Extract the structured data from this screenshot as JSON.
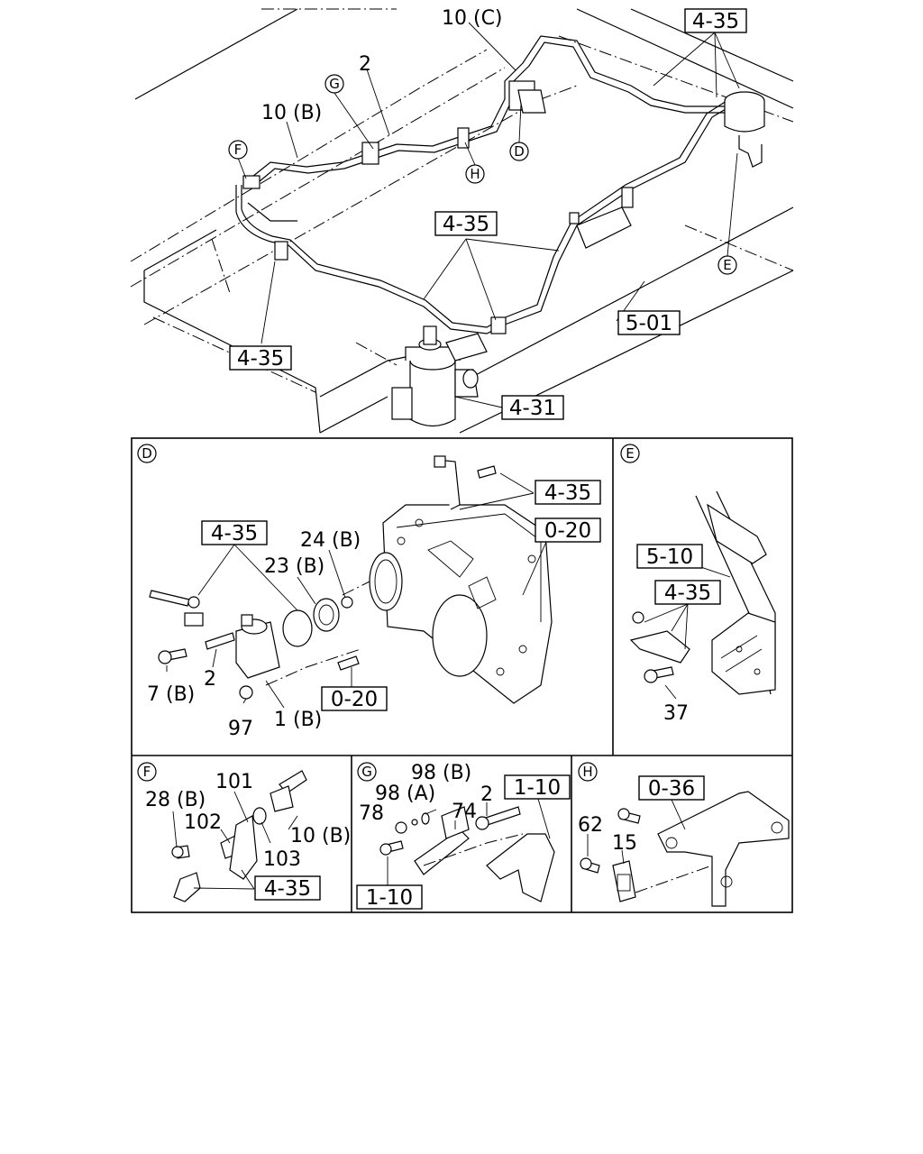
{
  "top_view": {
    "refs": {
      "r435_top": "4-35",
      "r435_mid": "4-35",
      "r435_left": "4-35",
      "r501": "5-01",
      "r431": "4-31"
    },
    "callouts": {
      "c10c": "10 (C)",
      "c2": "2",
      "c10b": "10 (B)",
      "cD": "D",
      "cG": "G",
      "cF": "F",
      "cH": "H",
      "cE": "E"
    }
  },
  "panel_D": {
    "letter": "D",
    "refs": {
      "r435_a": "4-35",
      "r435_b": "4-35",
      "r020_a": "0-20",
      "r020_b": "0-20"
    },
    "labels": {
      "l24b": "24 (B)",
      "l23b": "23 (B)",
      "l7b": "7 (B)",
      "l2": "2",
      "l97": "97",
      "l1b": "1 (B)"
    }
  },
  "panel_E": {
    "letter": "E",
    "refs": {
      "r510": "5-10",
      "r435": "4-35"
    },
    "labels": {
      "l37": "37"
    }
  },
  "panel_F": {
    "letter": "F",
    "refs": {
      "r435": "4-35"
    },
    "labels": {
      "l101": "101",
      "l28b": "28 (B)",
      "l102": "102",
      "l103": "103",
      "l10b": "10 (B)"
    }
  },
  "panel_G": {
    "letter": "G",
    "refs": {
      "r110_a": "1-10",
      "r110_b": "1-10"
    },
    "labels": {
      "l98b": "98 (B)",
      "l98a": "98 (A)",
      "l78": "78",
      "l74": "74",
      "l2": "2"
    }
  },
  "panel_H": {
    "letter": "H",
    "refs": {
      "r036": "0-36"
    },
    "labels": {
      "l62": "62",
      "l15": "15"
    }
  }
}
